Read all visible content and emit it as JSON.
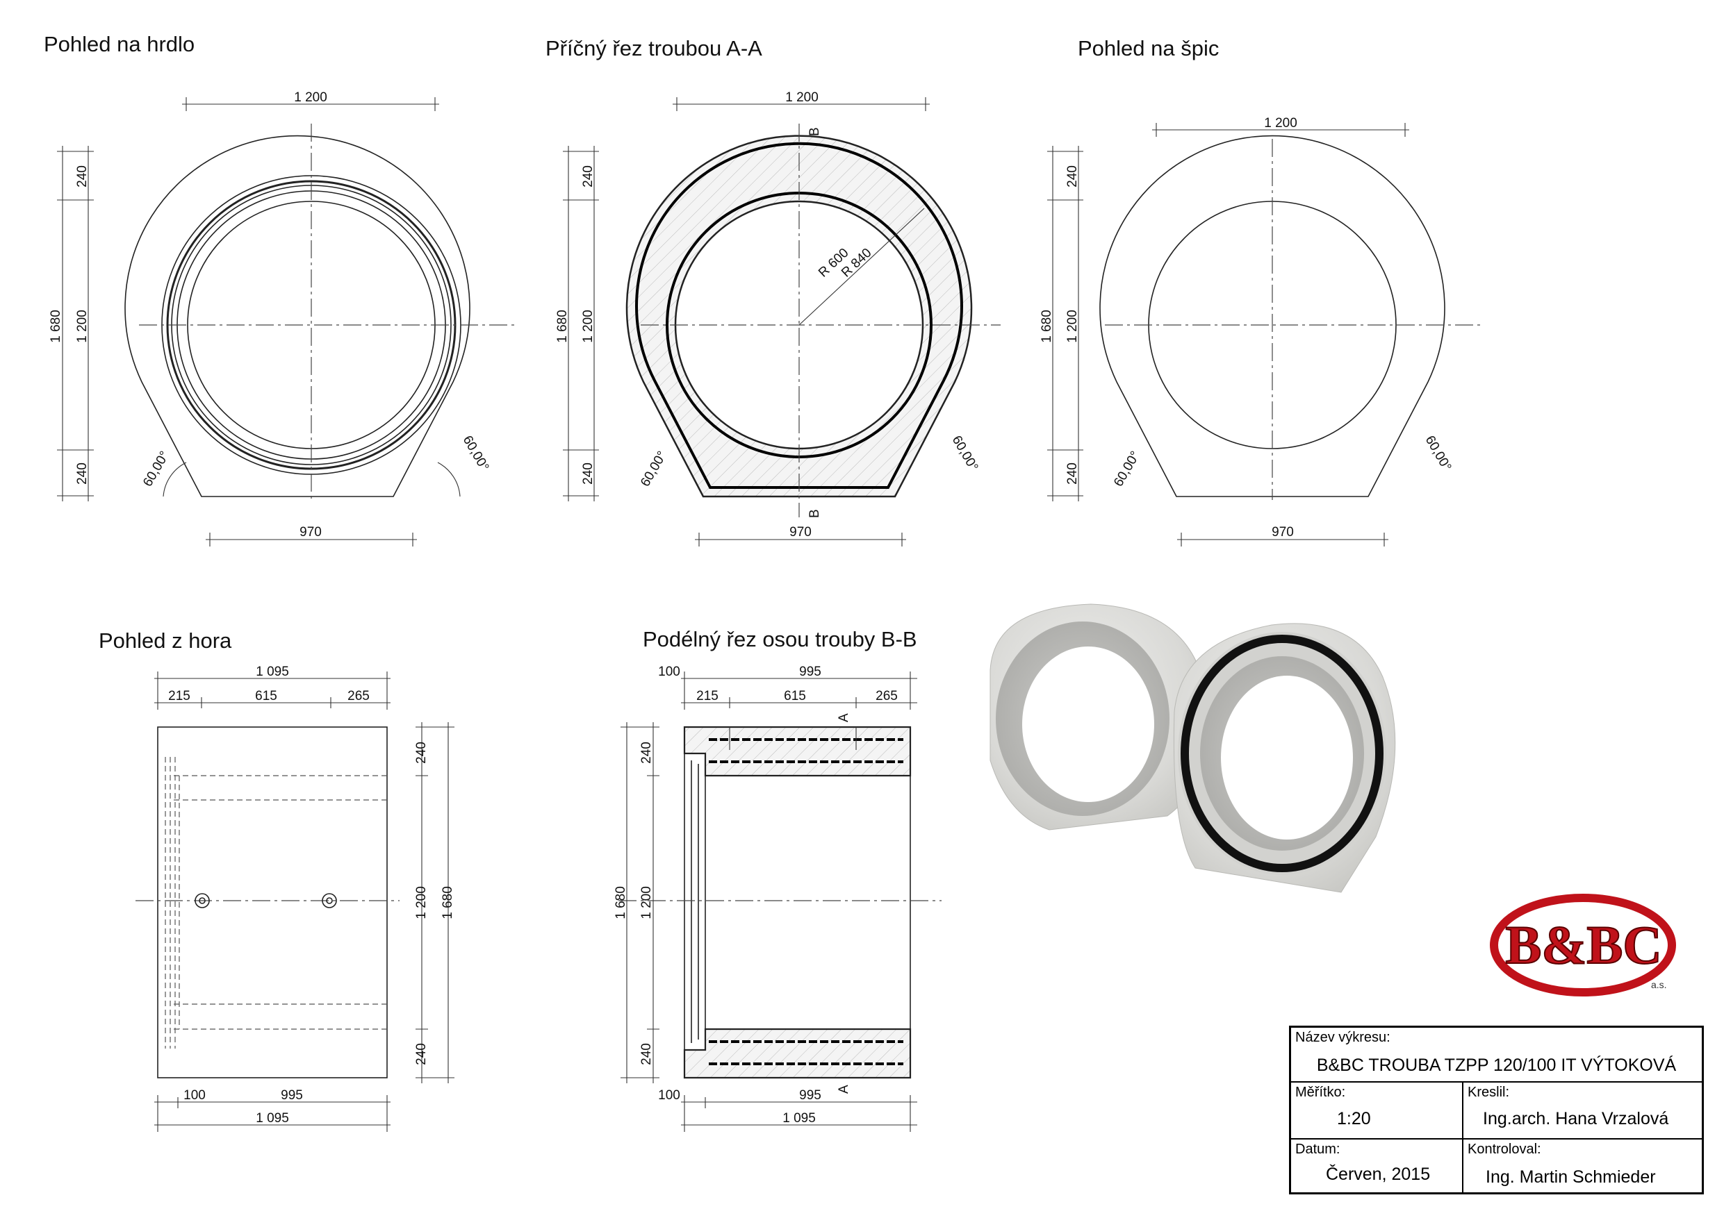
{
  "views": {
    "hrdlo": "Pohled na hrdlo",
    "rez_aa": "Příčný řez troubou A-A",
    "spic": "Pohled na špic",
    "z_hora": "Pohled z hora",
    "rez_bb": "Podélný řez osou trouby B-B"
  },
  "dims": {
    "w1200": "1 200",
    "h1680": "1 680",
    "d240": "240",
    "base970": "970",
    "angle": "60,00°",
    "r600": "R 600",
    "r840": "R 840",
    "len1095": "1 095",
    "d215": "215",
    "d615": "615",
    "d265": "265",
    "d100": "100",
    "d995": "995",
    "secA": "A",
    "secB": "B"
  },
  "logo": {
    "text": "B&BC",
    "suffix": "a.s.",
    "color": "#c0121a"
  },
  "title_block": {
    "name_caption": "Název výkresu:",
    "name_value": "B&BC TROUBA TZPP 120/100 IT VÝTOKOVÁ",
    "scale_caption": "Měřítko:",
    "scale_value": "1:20",
    "drawn_caption": "Kreslil:",
    "drawn_value": "Ing.arch. Hana Vrzalová",
    "date_caption": "Datum:",
    "date_value": "Červen, 2015",
    "checked_caption": "Kontroloval:",
    "checked_value": "Ing. Martin Schmieder"
  }
}
